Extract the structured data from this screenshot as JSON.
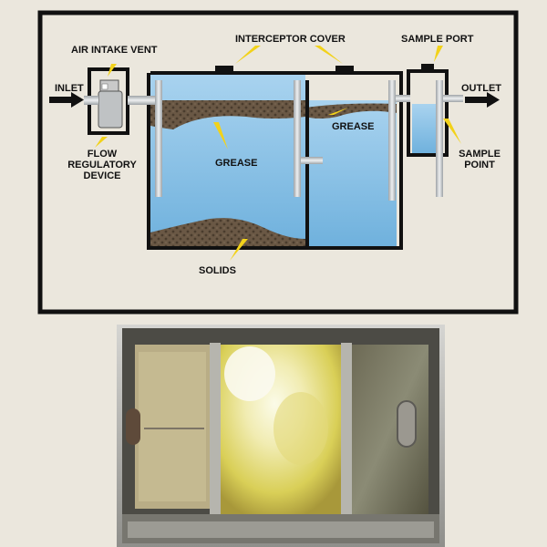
{
  "labels": {
    "inlet": "INLET",
    "air_intake_vent": "AIR INTAKE VENT",
    "interceptor_cover": "INTERCEPTOR COVER",
    "sample_port": "SAMPLE PORT",
    "outlet": "OUTLET",
    "flow_regulatory_device": [
      "FLOW",
      "REGULATORY",
      "DEVICE"
    ],
    "grease_main": "GREASE",
    "grease_second": "GREASE",
    "sample_point": [
      "SAMPLE",
      "POINT"
    ],
    "solids": "SOLIDS"
  },
  "colors": {
    "background": "#ebe7dd",
    "outline": "#111111",
    "water_top": "#a9d3ef",
    "water_bottom": "#6fb1dd",
    "grease_layer": "#5f4e3b",
    "pipe": "#c9cdd0",
    "callout": "#f2d21a"
  },
  "photo": {
    "icon": "grease-trap-photo-icon"
  }
}
